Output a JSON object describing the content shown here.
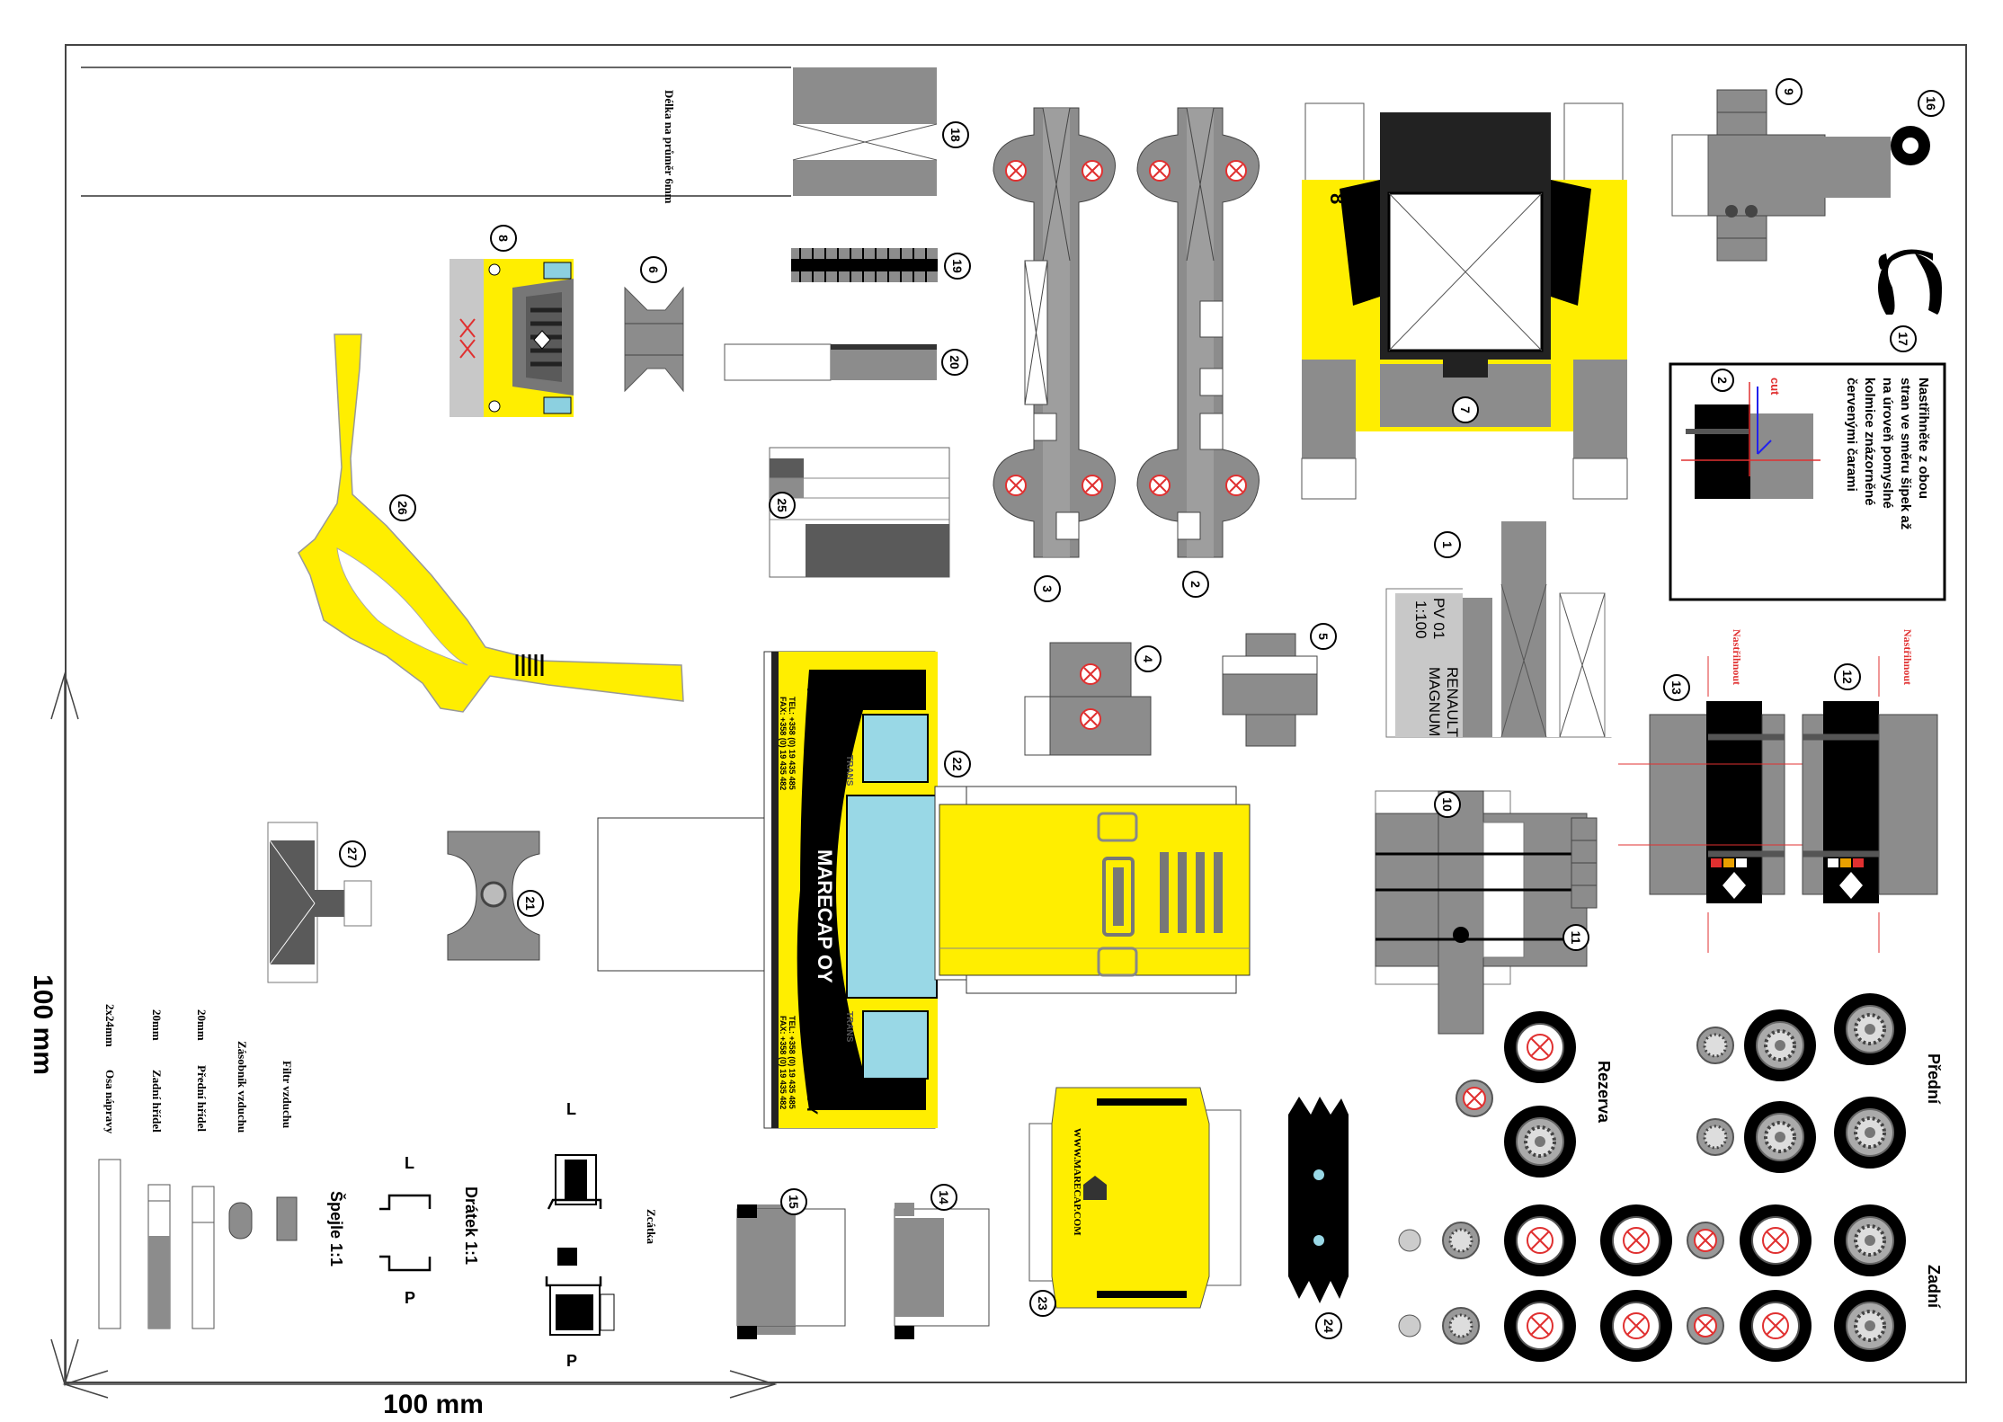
{
  "dimension_label_x": "100 mm",
  "dimension_label_y": "100 mm",
  "note_18": "Délka na průměr 6mm",
  "instruction": {
    "lines": [
      "Nastřihněte z obou",
      "stran ve směru šipek až",
      "na úroveň pomyslné",
      "kolmice znázorněné",
      "červenými čarami"
    ],
    "cut_label": "cut"
  },
  "cut_label_12": "Nastřihnout",
  "cut_label_13": "Nastřihnout",
  "part_numbers": {
    "p1": "1",
    "p2": "2",
    "p2b": "2",
    "p3": "3",
    "p4": "4",
    "p5": "5",
    "p6": "6",
    "p7": "7",
    "p8": "8",
    "p9": "9",
    "p10": "10",
    "p11": "11",
    "p12": "12",
    "p13": "13",
    "p14": "14",
    "p15": "15",
    "p16": "16",
    "p17": "17",
    "p18": "18",
    "p19": "19",
    "p20": "20",
    "p21": "21",
    "p22": "22",
    "p23": "23",
    "p24": "24",
    "p25": "25",
    "p26": "26",
    "p27": "27"
  },
  "plate": {
    "l1": "PV 01",
    "l2": "1:100",
    "r1": "RENAULT",
    "r2": "MAGNUM"
  },
  "cab": {
    "brand": "MARECAP OY",
    "trans": "TRANS",
    "tel1": "TEL: +358 (0) 19 435 485",
    "tel2": "FAX: +358 (0) 19 435 482",
    "web": "WWW.MARECAP.COM"
  },
  "side7": {
    "number": "8"
  },
  "wheels": {
    "front": "Přední",
    "rear": "Zadní",
    "spare": "Rezerva"
  },
  "legend": {
    "filtr": "Filtr vzduchu",
    "zasobnik": "Zásobník vzduchu",
    "predni": "Přední hřídel",
    "predni_size": "20mm",
    "zadni": "Zadní hřídel",
    "zadni_size": "20mm",
    "osa": "Osa nápravy",
    "osa_size": "2x24mm"
  },
  "dratek": "Drátek  1:1",
  "spejle": "Špejle  1:1",
  "zcatka": "Zcátka",
  "L": "L",
  "P": "P",
  "colors": {
    "yellow": "#ffee00",
    "gray": "#8c8c8c",
    "dark": "#5a5a5a",
    "glass": "#99d8e6",
    "black": "#000000",
    "red": "#ff0000"
  }
}
